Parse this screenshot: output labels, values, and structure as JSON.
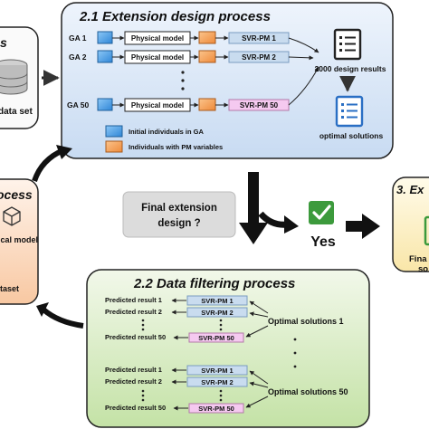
{
  "left_top_panel": {
    "title": "s",
    "caption": "data set"
  },
  "extension_panel": {
    "title": "2.1 Extension design process",
    "rows": [
      {
        "ga": "GA 1",
        "model": "Physical model",
        "svr": "SVR-PM 1"
      },
      {
        "ga": "GA 2",
        "model": "Physical model",
        "svr": "SVR-PM 2"
      },
      {
        "ga": "GA 50",
        "model": "Physical model",
        "svr": "SVR-PM 50"
      }
    ],
    "results_label": "2000 design results",
    "optimal_label": "optimal solutions",
    "legend": [
      {
        "label": "Initial individuals in GA",
        "color": "#5aa7e6"
      },
      {
        "label": "Individuals with PM variables",
        "color": "#f4a65a"
      }
    ]
  },
  "left_mid_panel": {
    "title": "ocess",
    "model_label": "ical model",
    "caption": "taset"
  },
  "decision": {
    "question_line1": "Final extension",
    "question_line2": "design ?",
    "yes_label": "Yes"
  },
  "right_panel": {
    "title": "3. Ex",
    "line1": "Fina",
    "line2": "so"
  },
  "filtering_panel": {
    "title": "2.2 Data filtering process",
    "group1": {
      "rows": [
        {
          "pred": "Predicted result 1",
          "svr": "SVR-PM 1"
        },
        {
          "pred": "Predicted result 2",
          "svr": "SVR-PM 2"
        },
        {
          "pred": "Predicted result 50",
          "svr": "SVR-PM 50"
        }
      ],
      "label": "Optimal solutions 1"
    },
    "group2": {
      "rows": [
        {
          "pred": "Predicted result 1",
          "svr": "SVR-PM 1"
        },
        {
          "pred": "Predicted result 2",
          "svr": "SVR-PM 2"
        },
        {
          "pred": "Predicted result 50",
          "svr": "SVR-PM 50"
        }
      ],
      "label": "Optimal solutions 50"
    }
  },
  "colors": {
    "extension_bg": "#dce8f7",
    "filtering_bg": "#d9ecc6",
    "left_mid_bg": "#fbd9c0",
    "right_bg": "#fcefc2",
    "svr_blue": "#c9dcef",
    "svr_pink": "#f5c9f0",
    "check_green": "#3c9a3c"
  }
}
